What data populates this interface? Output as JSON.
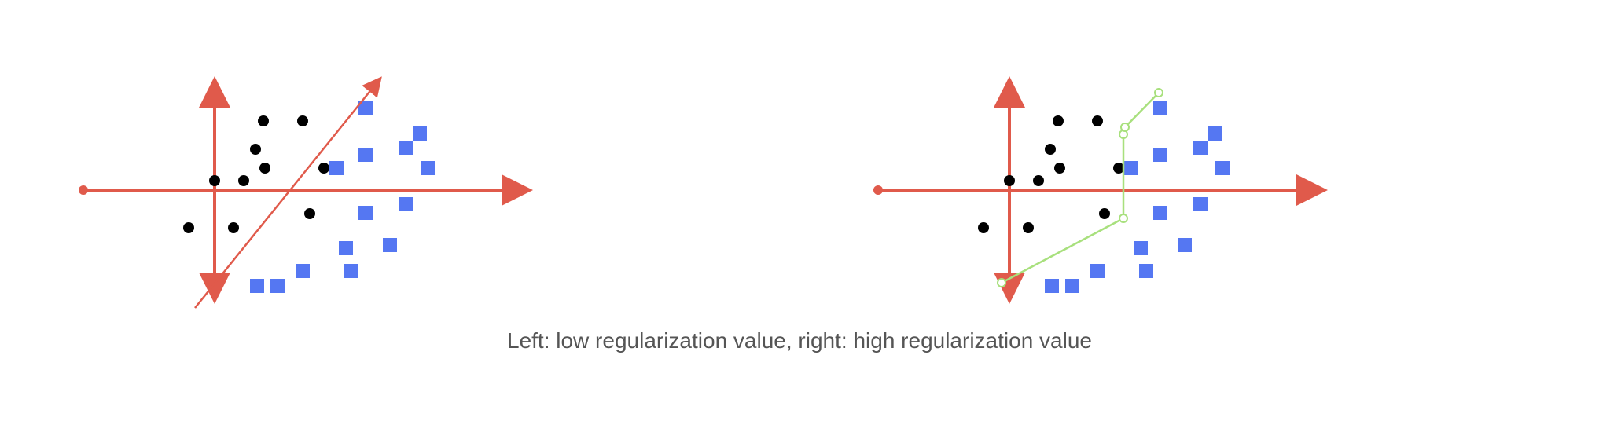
{
  "caption": "Left: low regularization value, right: high regularization value",
  "colors": {
    "axis": "#e05a4b",
    "class_a": "#000000",
    "class_b": "#5577f2",
    "boundary_low": "#e05a4b",
    "boundary_high": "#a8e07d"
  },
  "panels": [
    {
      "name": "low-regularization",
      "boundary": "straight-line"
    },
    {
      "name": "high-regularization",
      "boundary": "polyline"
    }
  ]
}
